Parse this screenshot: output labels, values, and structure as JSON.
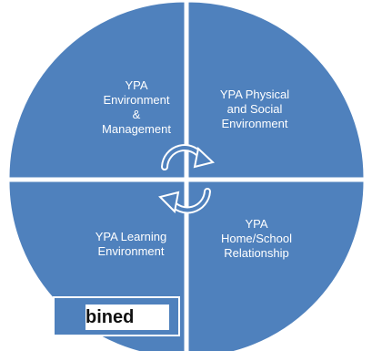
{
  "diagram": {
    "quadrants": [
      {
        "id": "top-left",
        "text": "YPA\nEnvironment\n&\nManagement"
      },
      {
        "id": "top-right",
        "text": "YPA Physical\nand Social\nEnvironment"
      },
      {
        "id": "bottom-left",
        "text": "YPA Learning\nEnvironment"
      },
      {
        "id": "bottom-right",
        "text": "YPA\nHome/School\nRelationship"
      }
    ],
    "label": "bined"
  },
  "colors": {
    "quadrant_fill": "#4f81bd",
    "divider": "#ffffff",
    "arrow_fill": "#4f81bd",
    "arrow_stroke": "#ffffff",
    "label_text": "#111111"
  }
}
